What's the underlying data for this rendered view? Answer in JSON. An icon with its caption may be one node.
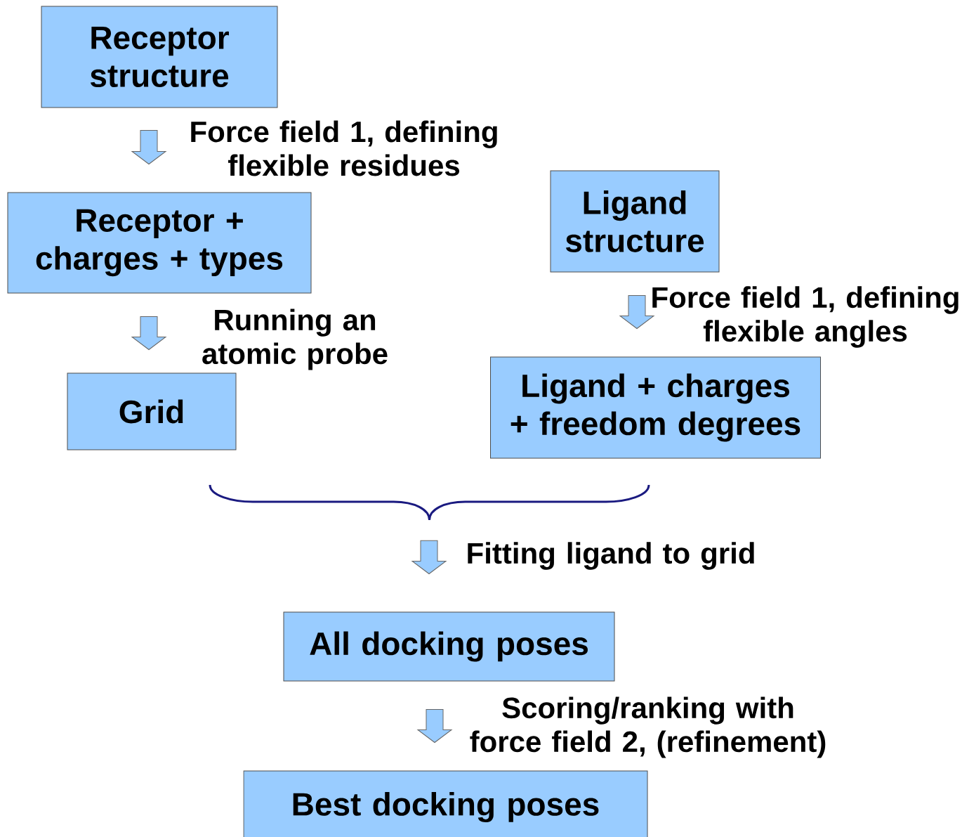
{
  "diagram": {
    "nodes": [
      {
        "text": [
          "Receptor structure"
        ]
      },
      {
        "text": [
          "Receptor + charges + types"
        ]
      },
      {
        "text": [
          "Grid"
        ]
      },
      {
        "text": [
          "Ligand structure"
        ]
      },
      {
        "text": [
          "Ligand + charges + freedom degrees"
        ]
      },
      {
        "text": [],
        "shape": "brace"
      },
      {
        "text": [
          "All docking poses"
        ]
      },
      {
        "text": [
          "Best docking poses"
        ]
      }
    ],
    "edges": [
      {
        "from": 0,
        "to": 1,
        "arrow": "to",
        "label": "Force field 1, defining flexible residues"
      },
      {
        "from": 1,
        "to": 2,
        "arrow": "to",
        "label": "Running an atomic probe"
      },
      {
        "from": 3,
        "to": 4,
        "arrow": "to",
        "label": "Force field 1, defining flexible angles"
      },
      {
        "from": 5,
        "to": 6,
        "arrow": "to",
        "label": "Fitting ligand to grid"
      },
      {
        "from": 6,
        "to": 7,
        "arrow": "to",
        "label": "Scoring/ranking with force field 2, (refinement)"
      }
    ]
  }
}
